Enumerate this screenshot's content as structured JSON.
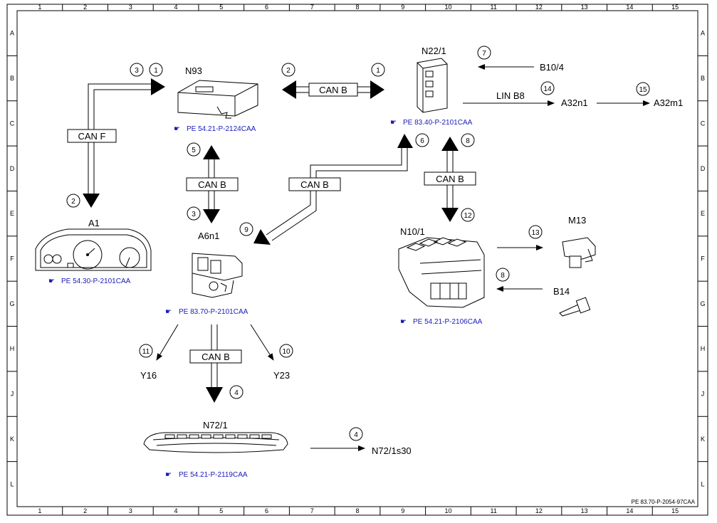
{
  "grid": {
    "columns": [
      "1",
      "2",
      "3",
      "4",
      "5",
      "6",
      "7",
      "8",
      "9",
      "10",
      "11",
      "12",
      "13",
      "14",
      "15"
    ],
    "rows": [
      "A",
      "B",
      "C",
      "D",
      "E",
      "F",
      "G",
      "H",
      "J",
      "K",
      "L"
    ]
  },
  "components": {
    "n93": "N93",
    "n22_1": "N22/1",
    "a1": "A1",
    "a6n1": "A6n1",
    "n10_1": "N10/1",
    "m13": "M13",
    "n72_1": "N72/1",
    "b10_4": "B10/4",
    "a32n1": "A32n1",
    "a32m1": "A32m1",
    "b14": "B14",
    "y16": "Y16",
    "y23": "Y23",
    "n72_1s30": "N72/1s30"
  },
  "refs": {
    "n93": "PE 54.21-P-2124CAA",
    "n22_1": "PE 83.40-P-2101CAA",
    "a1": "PE 54.30-P-2101CAA",
    "a6n1": "PE 83.70-P-2101CAA",
    "n10_1": "PE 54.21-P-2106CAA",
    "n72_1": "PE 54.21-P-2119CAA"
  },
  "buses": {
    "can_f": "CAN F",
    "can_b_top": "CAN B",
    "can_b_n93": "CAN B",
    "can_b_diag": "CAN B",
    "can_b_n22": "CAN B",
    "can_b_a6": "CAN B",
    "lin_b8": "LIN B8"
  },
  "markers": {
    "m1": "3",
    "m2": "1",
    "m3": "2",
    "m4": "1",
    "m5": "7",
    "m6": "14",
    "m7": "15",
    "m8": "2",
    "m9": "5",
    "m10": "3",
    "m11": "6",
    "m12": "8",
    "m13": "9",
    "m14": "12",
    "m15": "13",
    "m16": "8",
    "m17": "11",
    "m18": "10",
    "m19": "4",
    "m20": "4"
  },
  "footer": "PE 83.70-P-2054-97CAA"
}
